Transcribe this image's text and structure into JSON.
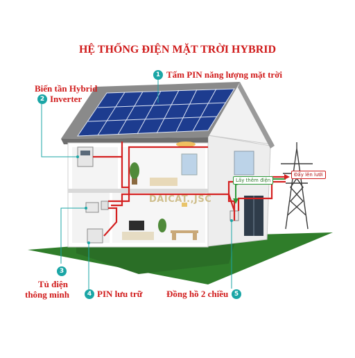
{
  "title": "HỆ THỐNG ĐIỆN MẶT TRỜI HYBRID",
  "components": [
    {
      "number": "1",
      "label": "Tấm PIN năng lượng mặt trời"
    },
    {
      "number": "2",
      "label_line1": "Biến tần Hybrid",
      "label_line2": "Inverter"
    },
    {
      "number": "3",
      "label_line1": "Tủ điện",
      "label_line2": "thông minh"
    },
    {
      "number": "4",
      "label": "PIN lưu trữ"
    },
    {
      "number": "5",
      "label": "Đồng hồ 2 chiều"
    }
  ],
  "flow_tags": {
    "draw": "Lấy thêm điện",
    "push": "Đẩy lên lưới"
  },
  "watermark": "DAICAT.,JSC",
  "colors": {
    "label_red": "#d01a1a",
    "badge_teal": "#1aa6a6",
    "wire_red": "#d42020",
    "lead_teal": "#1aa6a6",
    "grass_green": "#2f7d2a",
    "panel_blue": "#1d3c8f"
  }
}
